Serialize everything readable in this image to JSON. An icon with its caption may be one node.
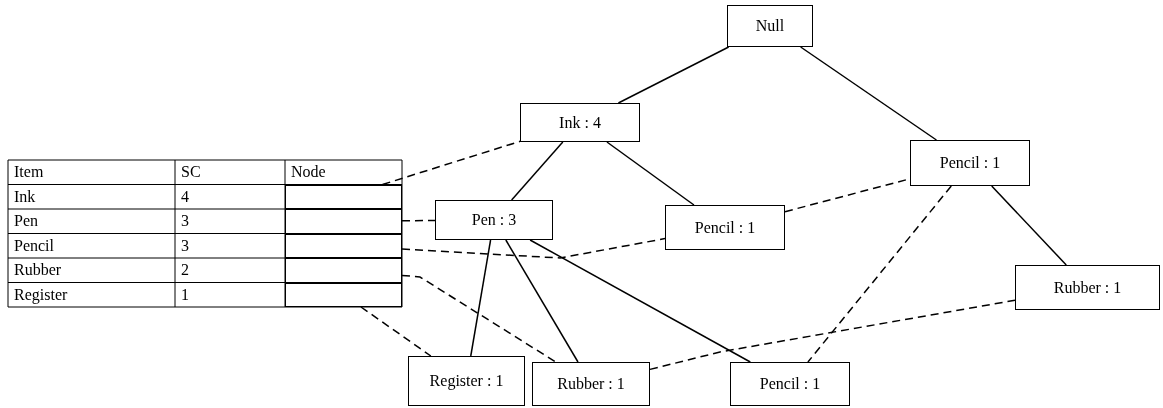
{
  "diagram": {
    "nodes": [
      {
        "text": [
          "Null"
        ]
      },
      {
        "text": [
          "Ink : 4"
        ]
      },
      {
        "text": [
          "Pencil : 1"
        ]
      },
      {
        "text": [
          "Pen : 3"
        ]
      },
      {
        "text": [
          "Pencil : 1"
        ]
      },
      {
        "text": [
          "Rubber : 1"
        ]
      },
      {
        "text": [
          "Register : 1"
        ]
      },
      {
        "text": [
          "Rubber : 1"
        ]
      },
      {
        "text": [
          "Pencil : 1"
        ]
      },
      {
        "text": [],
        "shape": "box"
      },
      {
        "text": [],
        "shape": "box"
      },
      {
        "text": [],
        "shape": "box"
      },
      {
        "text": [],
        "shape": "box"
      },
      {
        "text": [],
        "shape": "box"
      }
    ],
    "edges": [
      {
        "from": 0,
        "to": 1,
        "arrow": "none"
      },
      {
        "from": 0,
        "to": 2,
        "arrow": "none"
      },
      {
        "from": 1,
        "to": 3,
        "arrow": "none"
      },
      {
        "from": 1,
        "to": 4,
        "arrow": "none"
      },
      {
        "from": 2,
        "to": 5,
        "arrow": "none"
      },
      {
        "from": 3,
        "to": 6,
        "arrow": "none"
      },
      {
        "from": 3,
        "to": 7,
        "arrow": "none"
      },
      {
        "from": 3,
        "to": 8,
        "arrow": "none"
      },
      {
        "from": 9,
        "to": 1,
        "arrow": "none",
        "style": "dashed"
      },
      {
        "from": 10,
        "to": 3,
        "arrow": "none",
        "style": "dashed"
      },
      {
        "from": 11,
        "to": 4,
        "arrow": "none",
        "style": "dashed"
      },
      {
        "from": 4,
        "to": 2,
        "arrow": "none",
        "style": "dashed"
      },
      {
        "from": 2,
        "to": 8,
        "arrow": "none",
        "style": "dashed"
      },
      {
        "from": 12,
        "to": 7,
        "arrow": "none",
        "style": "dashed"
      },
      {
        "from": 7,
        "to": 5,
        "arrow": "none",
        "style": "dashed"
      },
      {
        "from": 13,
        "to": 6,
        "arrow": "none",
        "style": "dashed"
      }
    ],
    "labels": [
      "Item",
      "SC",
      "Node",
      "Ink",
      "4",
      "Pen",
      "3",
      "Pencil",
      "3",
      "Rubber",
      "2",
      "Register",
      "1"
    ]
  }
}
